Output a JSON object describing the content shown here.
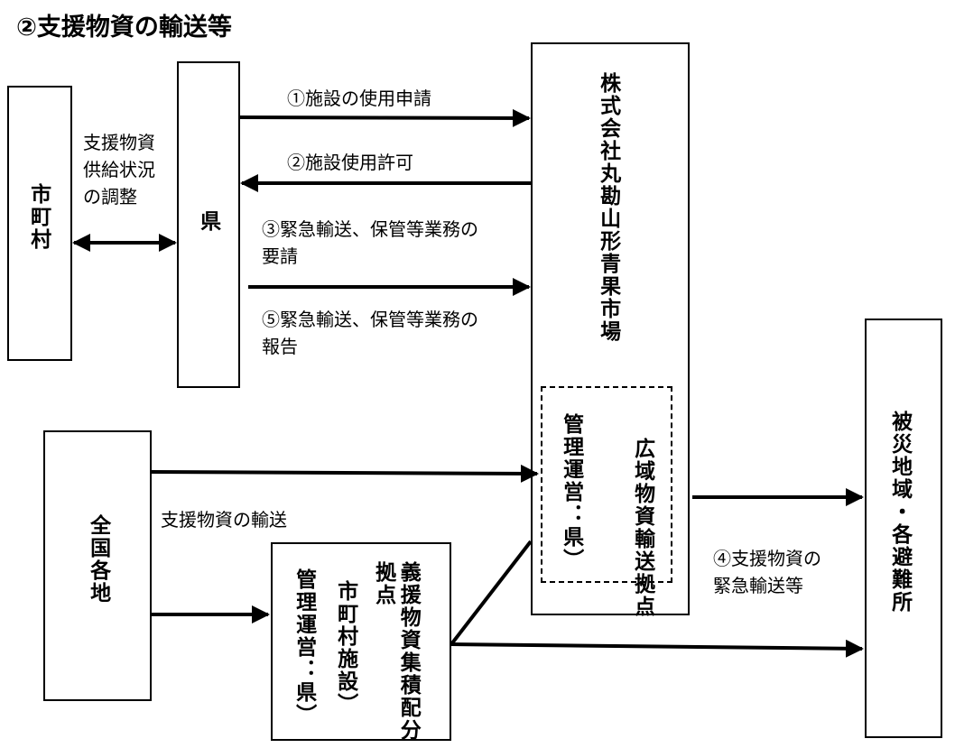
{
  "title": "②支援物資の輸送等",
  "nodes": {
    "municipality": "市町村",
    "prefecture": "県",
    "market": "株式会社丸勘山形青果市場",
    "wide_area_hub": "広域物資輸送拠点",
    "wide_area_hub_management": "管理運営：県）",
    "nationwide": "全国各地",
    "relief_hub": "義援物資集積配分拠点",
    "relief_hub_sub": "市町村施設）",
    "relief_hub_management": "管理運営：県）",
    "disaster_area": "被災地域・各避難所"
  },
  "labels": {
    "supply_adjust": "支援物資\n供給状況\nの調整",
    "step1": "①施設の使用申請",
    "step2": "②施設使用許可",
    "step3": "③緊急輸送、保管等業務の\n要請",
    "step5": "⑤緊急輸送、保管等業務の\n報告",
    "transport": "支援物資の輸送",
    "step4": "④支援物資の\n緊急輸送等"
  }
}
